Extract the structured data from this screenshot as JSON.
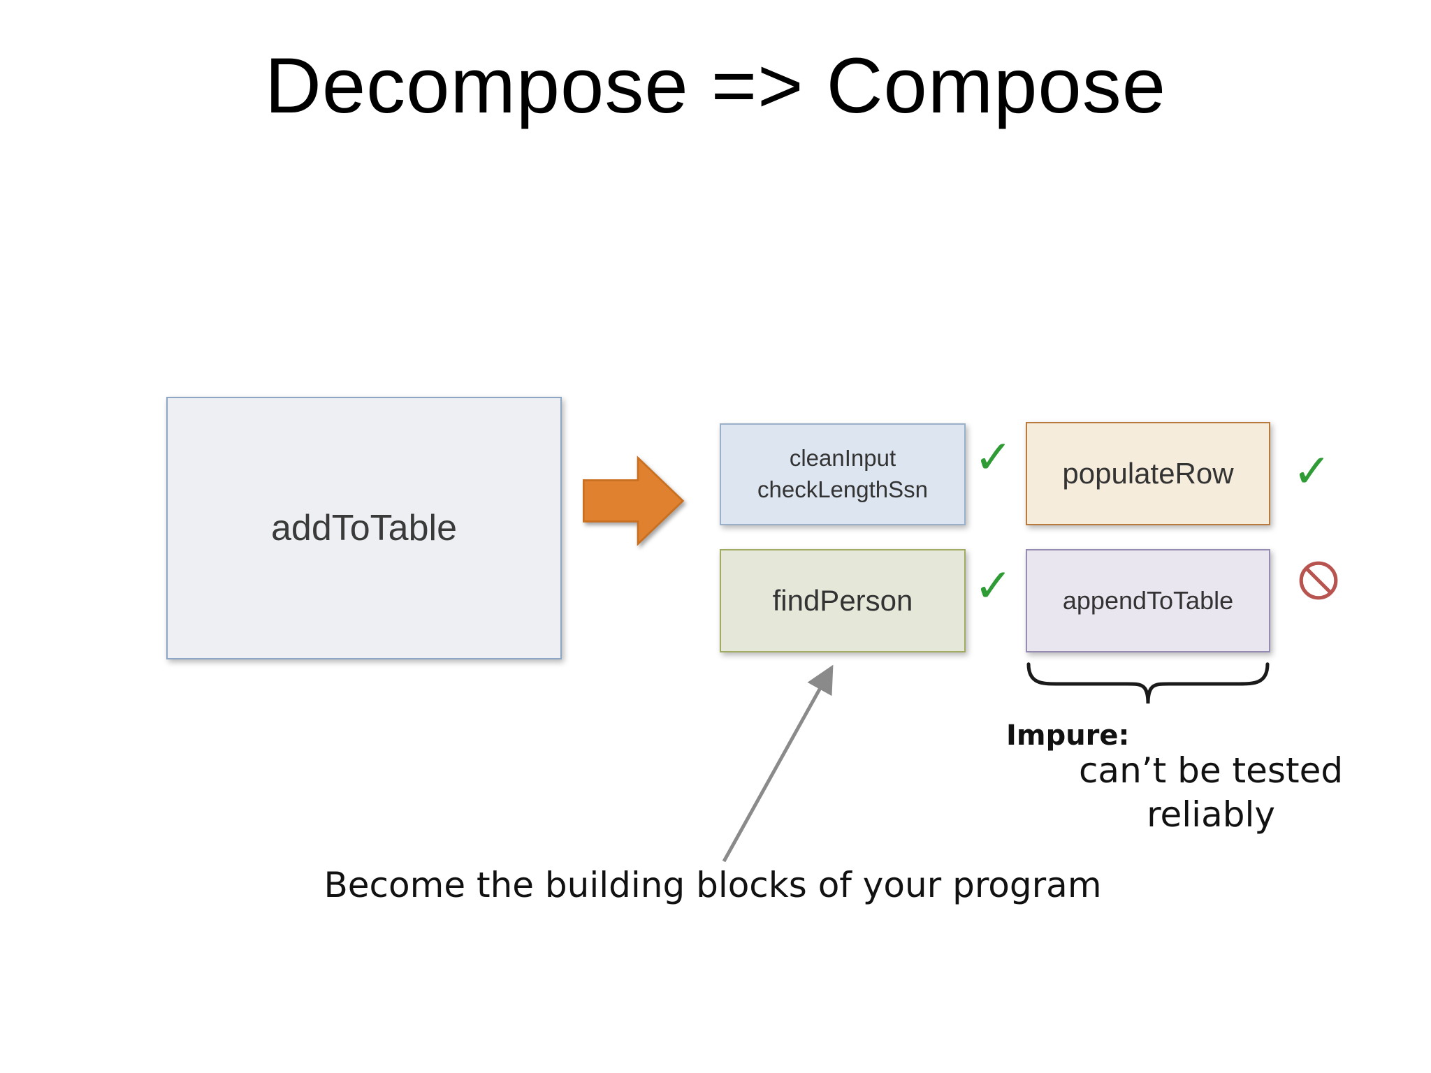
{
  "title": "Decompose => Compose",
  "main_box": {
    "label": "addToTable"
  },
  "decomposed_boxes": {
    "clean_input": {
      "line1": "cleanInput",
      "line2": "checkLengthSsn",
      "status": "pure"
    },
    "populate_row": {
      "label": "populateRow",
      "status": "pure"
    },
    "find_person": {
      "label": "findPerson",
      "status": "pure"
    },
    "append_to_table": {
      "label": "appendToTable",
      "status": "impure"
    }
  },
  "icons": {
    "check_glyph": "✓",
    "check_color": "#2e9b35",
    "prohibited_icon": "no-entry-sign",
    "prohibited_color": "#b85450",
    "block_arrow_color": "#e0812f"
  },
  "annotations": {
    "impure_label": "Impure:",
    "impure_note_line1": "can’t be tested",
    "impure_note_line2": "reliably",
    "caption": "Become the building blocks of your program"
  },
  "colors": {
    "main_box_fill": "#edeff2",
    "clean_input_fill": "#dde6f0",
    "populate_row_fill": "#f6ecdc",
    "find_person_fill": "#e5e7d9",
    "append_to_table_fill": "#e9e6ef"
  }
}
